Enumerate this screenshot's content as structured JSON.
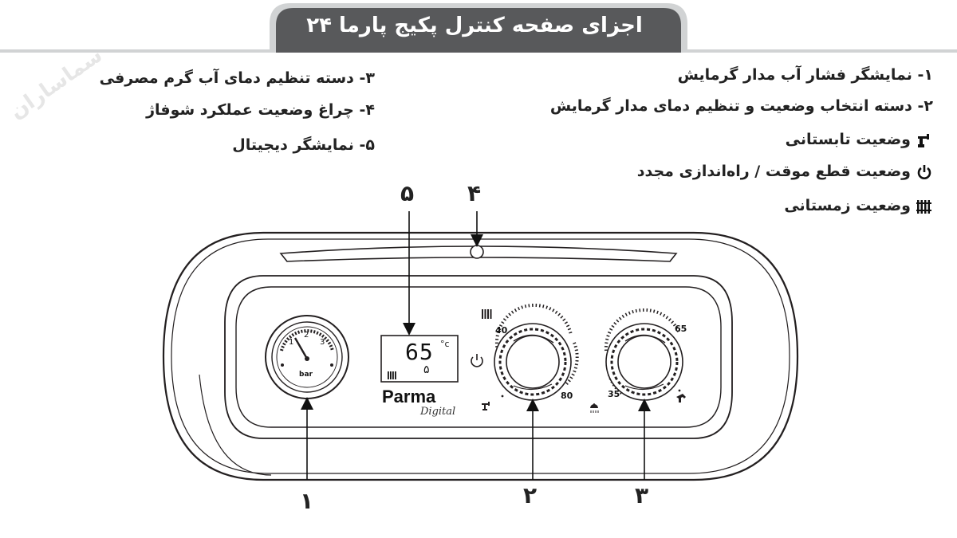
{
  "title": "اجزای صفحه کنترل پکیج پارما ۲۴",
  "legend_right": [
    {
      "text": "۱- نمایشگر فشار آب مدار گرمایش"
    },
    {
      "text": "۲- دسته انتخاب وضعیت و تنظیم دمای مدار گرمایش"
    },
    {
      "text": "وضعیت تابستانی",
      "icon": "faucet-icon"
    },
    {
      "text": "وضعیت قطع موقت / راه‌اندازی مجدد",
      "icon": "power-icon"
    },
    {
      "text": "وضعیت زمستانی",
      "icon": "radiator-icon"
    }
  ],
  "legend_left": [
    {
      "text": "۳- دسته تنظیم دمای آب گرم مصرفی"
    },
    {
      "text": "۴- چراغ وضعیت عملکرد شوفاژ"
    },
    {
      "text": "۵- نمایشگر دیجیتال"
    }
  ],
  "callouts": {
    "one": "۱",
    "two": "۲",
    "three": "۳",
    "four": "۴",
    "five": "۵"
  },
  "gauge": {
    "ticks": [
      "1",
      "2",
      "3"
    ],
    "unit": "bar"
  },
  "display": {
    "value": "65",
    "unit": "°c",
    "sub": "۵"
  },
  "brand": {
    "name": "Parma",
    "sub": "Digital"
  },
  "knob_heating": {
    "min": "40",
    "max": "80"
  },
  "knob_water": {
    "min": "35",
    "max": "65"
  },
  "watermark": "سماساران",
  "colors": {
    "banner": "#58595b",
    "banner_line": "#d1d3d4",
    "outline": "#231f20"
  }
}
